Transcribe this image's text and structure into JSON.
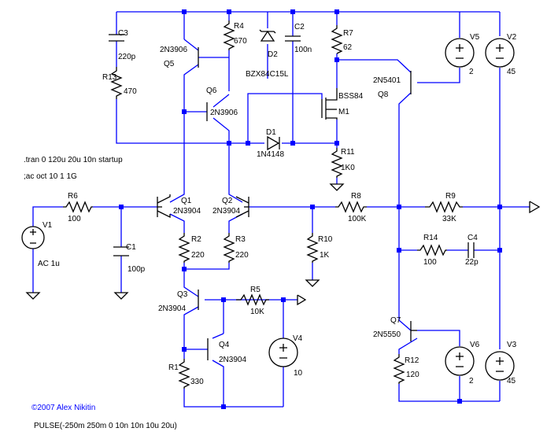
{
  "directives": {
    "tran": ".tran 0 120u 20u 10n startup",
    "ac": ";ac oct 10 1 1G",
    "copyright": "©2007 Alex Nikitin",
    "pulse": "PULSE(-250m 250m 0 10n 10n 10u 20u)"
  },
  "components": {
    "c3": {
      "ref": "C3",
      "value": "220p"
    },
    "r13": {
      "ref": "R13",
      "value": "470"
    },
    "q5": {
      "ref": "Q5",
      "model": "2N3906"
    },
    "r4": {
      "ref": "R4",
      "value": "670"
    },
    "q6": {
      "ref": "Q6",
      "model": "2N3906"
    },
    "d2": {
      "ref": "D2",
      "model": "BZX84C15L"
    },
    "c2": {
      "ref": "C2",
      "value": "100n"
    },
    "r7": {
      "ref": "R7",
      "value": "62"
    },
    "m1": {
      "ref": "M1",
      "model": "BSS84"
    },
    "d1": {
      "ref": "D1",
      "model": "1N4148"
    },
    "r11": {
      "ref": "R11",
      "value": "1K0"
    },
    "q8": {
      "ref": "Q8",
      "model": "2N5401"
    },
    "v5": {
      "ref": "V5",
      "value": "2"
    },
    "v2": {
      "ref": "V2",
      "value": "45"
    },
    "r6": {
      "ref": "R6",
      "value": "100"
    },
    "v1": {
      "ref": "V1",
      "value": "AC 1u"
    },
    "c1": {
      "ref": "C1",
      "value": "100p"
    },
    "q1": {
      "ref": "Q1",
      "model": "2N3904"
    },
    "q2": {
      "ref": "Q2",
      "model": "2N3904"
    },
    "r2": {
      "ref": "R2",
      "value": "220"
    },
    "r3": {
      "ref": "R3",
      "value": "220"
    },
    "r10": {
      "ref": "R10",
      "value": "1K"
    },
    "r8": {
      "ref": "R8",
      "value": "100K"
    },
    "r9": {
      "ref": "R9",
      "value": "33K"
    },
    "r14": {
      "ref": "R14",
      "value": "100"
    },
    "c4": {
      "ref": "C4",
      "value": "22p"
    },
    "q3": {
      "ref": "Q3",
      "model": "2N3904"
    },
    "r5": {
      "ref": "R5",
      "value": "10K"
    },
    "q4": {
      "ref": "Q4",
      "model": "2N3904"
    },
    "r1": {
      "ref": "R1",
      "value": "330"
    },
    "v4": {
      "ref": "V4",
      "value": "10"
    },
    "q7": {
      "ref": "Q7",
      "model": "2N5550"
    },
    "r12": {
      "ref": "R12",
      "value": "120"
    },
    "v6": {
      "ref": "V6",
      "value": "2"
    },
    "v3": {
      "ref": "V3",
      "value": "45"
    }
  },
  "colors": {
    "wire": "#0000ff",
    "component": "#000000",
    "background": "#ffffff"
  }
}
